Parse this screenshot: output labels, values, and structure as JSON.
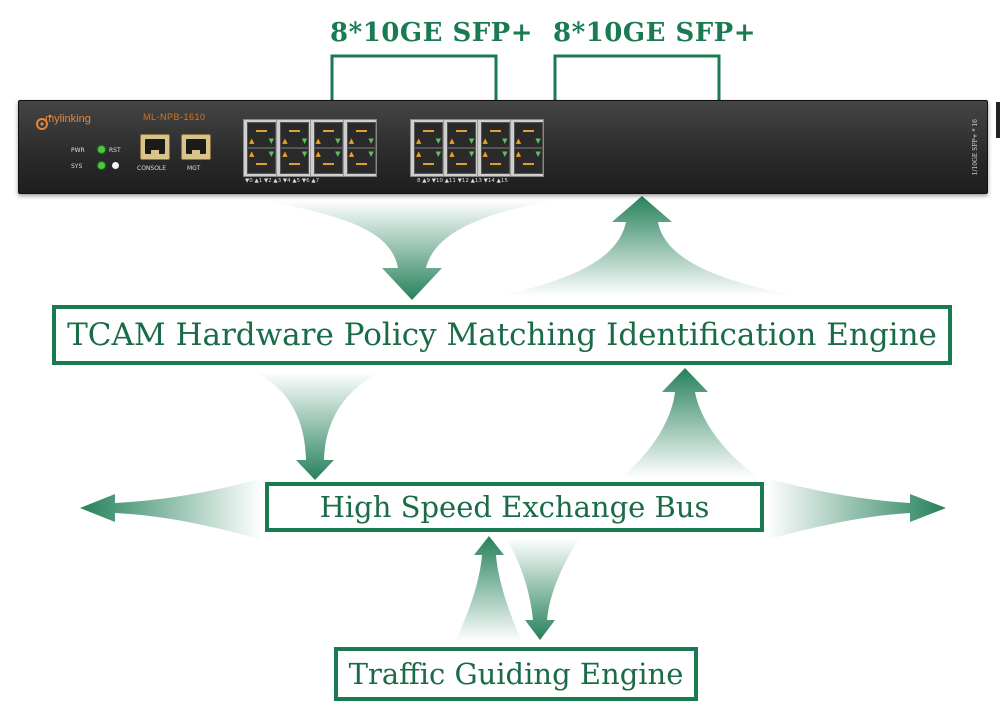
{
  "header": {
    "left_group_label": "8*10GE SFP+",
    "right_group_label": "8*10GE SFP+"
  },
  "device": {
    "brand": "mylinking",
    "model": "ML-NPB-1610",
    "leds": [
      {
        "label": "PWR",
        "color": "#3fcf3f"
      },
      {
        "label": "SYS",
        "color": "#3fcf3f"
      },
      {
        "label": "RST",
        "color": "#f4f4f4"
      }
    ],
    "ports": [
      "CONSOLE",
      "MGT"
    ],
    "sfp_port_numbers_left": "▼0 ▲1    ▼2 ▲3    ▼4 ▲5    ▼6 ▲7",
    "sfp_port_numbers_right": "8 ▲9    ▼10 ▲11    ▼12 ▲13    ▼14 ▲15",
    "side_label": "1/10GE SFP+ * 16"
  },
  "engines": {
    "tcam": "TCAM Hardware Policy Matching Identification Engine",
    "bus": "High Speed Exchange Bus",
    "traffic": "Traffic Guiding Engine"
  },
  "colors": {
    "accent": "#1a7a52",
    "box_text": "#1a6b47",
    "brand_orange": "#e8863b"
  }
}
